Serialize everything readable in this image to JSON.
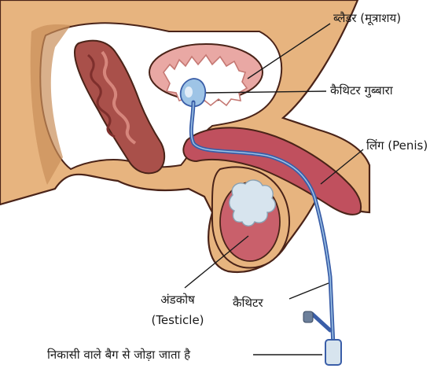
{
  "labels": {
    "bladder": "ब्लैडर (मूत्राशय)",
    "catheter_balloon": "कैथिटर गुब्बारा",
    "penis": "लिंग (Penis)",
    "testicle_hi": "अंडकोष",
    "testicle_en": "(Testicle)",
    "catheter": "कैथिटर",
    "drainage": "निकासी वाले बैग से जोड़ा जाता है"
  },
  "colors": {
    "skin": "#e7b47f",
    "skin_shadow": "#c98f5a",
    "outline": "#4a2318",
    "pelvis_cavity": "#ffffff",
    "rectum": "#a9504a",
    "rectum_dark": "#7e2f2c",
    "bladder_wall": "#e9a8a4",
    "bladder_inner": "#ffffff",
    "balloon": "#9ec4e6",
    "catheter": "#3a5ea8",
    "penile_tissue": "#c0505e",
    "testis": "#c9606b",
    "epididymis": "#d7e4ee"
  }
}
